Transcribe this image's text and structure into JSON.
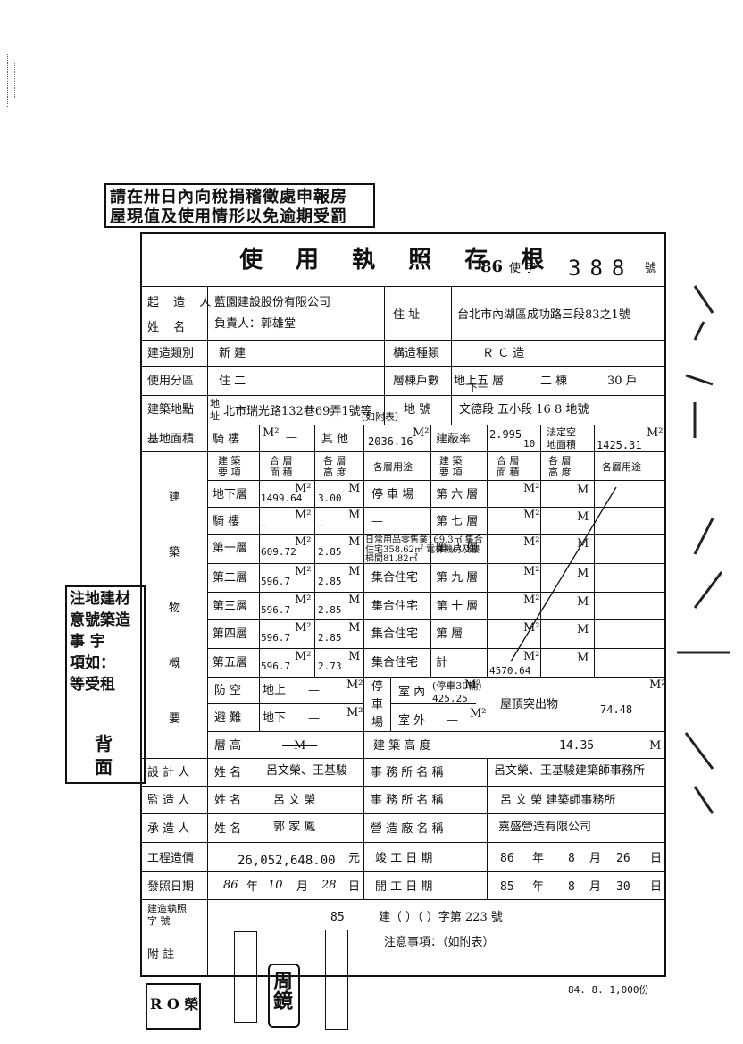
{
  "notice": {
    "line1": "請在卅日內向稅捐稽徵處申報房",
    "line2": "屋現值及使用情形以免逾期受罰"
  },
  "header": {
    "title": "使 用 執 照 存 根",
    "year": "86",
    "word": "使 字",
    "number": "388",
    "suffix": "號"
  },
  "labels": {
    "builder_top": "起 造 人",
    "builder_bottom": "姓    名",
    "address": "住    址",
    "build_type": "建造類別",
    "structure": "構造種類",
    "zoning": "使用分區",
    "floors_units": "層棟戶數",
    "site_location": "建築地點",
    "loc_small_1": "地",
    "loc_small_2": "址",
    "lot_no": "地    號",
    "site_area": "基地面積",
    "arcade": "騎    樓",
    "other": "其    他",
    "coverage": "建蔽率",
    "legal_open_1": "法定空",
    "legal_open_2": "地面積",
    "col_item_1": "建  築",
    "col_item_2": "要  項",
    "col_area_1": "合  層",
    "col_area_2": "面  積",
    "col_height_1": "各  層",
    "col_height_2": "高  度",
    "col_use": "各層用途",
    "overview": [
      "建",
      "築",
      "物",
      "概",
      "要"
    ],
    "air_raid": "防    空",
    "shelter": "避    難",
    "above": "地上",
    "below": "地下",
    "parking_1": "停",
    "parking_2": "車",
    "parking_3": "場",
    "indoor": "室 內",
    "outdoor": "室 外",
    "roof": "屋頂突出物",
    "floor_height": "層    高",
    "bldg_height": "建    築    高    度",
    "designer": "設 計 人",
    "supervisor": "監 造 人",
    "contractor": "承 造 人",
    "name": "姓  名",
    "office_name": "事  務  所  名  稱",
    "firm_name": "營  造  廠  名  稱",
    "cost": "工程造價",
    "completion_date": "竣    工    日    期",
    "issue_date": "發照日期",
    "start_date": "開    工    日    期",
    "permit_1": "建造執照",
    "permit_2": "字    號",
    "remarks": "附    註",
    "note": "注意事項：（如附表）",
    "unit_m2": "M²",
    "unit_m": "M",
    "yuan": "元",
    "y": "年",
    "mo": "月",
    "d": "日"
  },
  "values": {
    "builder_company": "藍園建設股份有限公司",
    "builder_rep": "負責人：郭雄堂",
    "address": "台北市內湖區成功路三段83之1號",
    "build_type": "新    建",
    "structure": "Ｒ Ｃ 造",
    "zoning": "住    二",
    "floors": "地上五 層",
    "floors_below": "下一",
    "buildings": "二    棟",
    "units": "30    戶",
    "site_location": "北市瑞光路132巷69弄1號等",
    "site_location_note": "（如附表）",
    "lot": "文德段 五小段   16 8      地號",
    "arcade_area": "—",
    "other_area": "2036.16",
    "coverage": "2.995",
    "coverage_den": "10",
    "legal_open_area": "1425.31",
    "cost": "26,052,648.00",
    "issue_y": "86",
    "issue_m": "10",
    "issue_d": "28",
    "completion_y": "86",
    "completion_m": "8",
    "completion_d": "26",
    "start_y": "85",
    "start_m": "8",
    "start_d": "30",
    "permit_year": "85",
    "permit_text": "建（        ）（        ）字第     223        號",
    "designer_name": "呂文榮、王基駿",
    "designer_office": "呂文榮、王基駿建築師事務所",
    "supervisor_name": "呂    文    榮",
    "supervisor_office": "呂  文  榮    建築師事務所",
    "contractor_name": "郭    家    鳳",
    "contractor_firm": "嘉盛營造有限公司",
    "bldg_height": "14.35",
    "roof_area": "74.48",
    "air_raid_area": "—",
    "shelter_area": "—",
    "parking_indoor": "(停車30輛)",
    "parking_indoor_area": "425.25",
    "parking_outdoor": "—",
    "floor_height": "—M—",
    "total_area": "4570.64",
    "footer": "84. 8. 1,000份"
  },
  "floors_left": [
    {
      "name": "地下層",
      "area": "1499.64",
      "height": "3.00",
      "use": "停  車  場"
    },
    {
      "name": "騎    樓",
      "area": "—",
      "height": "—",
      "use": "—"
    },
    {
      "name": "第一層",
      "area": "609.72",
      "height": "2.85",
      "use": "日常用品零售業169.3㎡ 集合住宅358.62㎡ 電梯機房及樓梯間81.82㎡"
    },
    {
      "name": "第二層",
      "area": "596.7",
      "height": "2.85",
      "use": "集合住宅"
    },
    {
      "name": "第三層",
      "area": "596.7",
      "height": "2.85",
      "use": "集合住宅"
    },
    {
      "name": "第四層",
      "area": "596.7",
      "height": "2.85",
      "use": "集合住宅"
    },
    {
      "name": "第五層",
      "area": "596.7",
      "height": "2.73",
      "use": "集合住宅"
    }
  ],
  "floors_right": [
    {
      "name": "第 六 層",
      "height_unit": "M"
    },
    {
      "name": "第 七 層",
      "height_unit": "M"
    },
    {
      "name": "第 八 層",
      "height_unit": "M"
    },
    {
      "name": "第 九 層",
      "height_unit": "M"
    },
    {
      "name": "第 十 層",
      "height_unit": "M"
    },
    {
      "name": "第      層",
      "height_unit": "M"
    },
    {
      "name": "計",
      "height_unit": "M"
    }
  ],
  "stamps": {
    "left_note": [
      "注地建材",
      "意號築造",
      "事  宇",
      "項如：",
      "等受租"
    ],
    "left_note2": [
      "背",
      "面"
    ],
    "bottom_left": "R O 榮",
    "round_stamp": "周鏡"
  }
}
